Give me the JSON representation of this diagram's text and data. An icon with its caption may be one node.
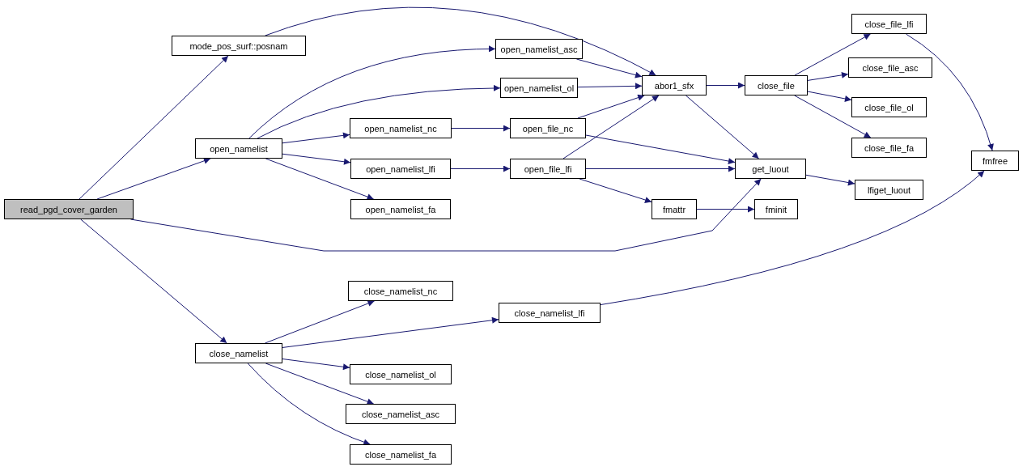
{
  "diagram": {
    "nodes": [
      {
        "text": [
          "read_pgd_cover_garden"
        ]
      },
      {
        "text": [
          "mode_pos_surf::posnam"
        ]
      },
      {
        "text": [
          "open_namelist"
        ]
      },
      {
        "text": [
          "close_namelist"
        ]
      },
      {
        "text": [
          "open_namelist_asc"
        ]
      },
      {
        "text": [
          "open_namelist_ol"
        ]
      },
      {
        "text": [
          "open_namelist_nc"
        ]
      },
      {
        "text": [
          "open_namelist_lfi"
        ]
      },
      {
        "text": [
          "open_namelist_fa"
        ]
      },
      {
        "text": [
          "abor1_sfx"
        ]
      },
      {
        "text": [
          "open_file_nc"
        ]
      },
      {
        "text": [
          "open_file_lfi"
        ]
      },
      {
        "text": [
          "close_file"
        ]
      },
      {
        "text": [
          "get_luout"
        ]
      },
      {
        "text": [
          "fmattr"
        ]
      },
      {
        "text": [
          "fminit"
        ]
      },
      {
        "text": [
          "close_file_lfi"
        ]
      },
      {
        "text": [
          "close_file_asc"
        ]
      },
      {
        "text": [
          "close_file_ol"
        ]
      },
      {
        "text": [
          "close_file_fa"
        ]
      },
      {
        "text": [
          "lfiget_luout"
        ]
      },
      {
        "text": [
          "fmfree"
        ]
      },
      {
        "text": [
          "close_namelist_nc"
        ]
      },
      {
        "text": [
          "close_namelist_lfi"
        ]
      },
      {
        "text": [
          "close_namelist_ol"
        ]
      },
      {
        "text": [
          "close_namelist_asc"
        ]
      },
      {
        "text": [
          "close_namelist_fa"
        ]
      }
    ],
    "edges": [
      {
        "from": 0,
        "to": 1,
        "arrow": "to"
      },
      {
        "from": 0,
        "to": 2,
        "arrow": "to"
      },
      {
        "from": 0,
        "to": 13,
        "arrow": "to"
      },
      {
        "from": 0,
        "to": 3,
        "arrow": "to"
      },
      {
        "from": 1,
        "to": 9,
        "arrow": "to"
      },
      {
        "from": 2,
        "to": 4,
        "arrow": "to"
      },
      {
        "from": 2,
        "to": 5,
        "arrow": "to"
      },
      {
        "from": 2,
        "to": 6,
        "arrow": "to"
      },
      {
        "from": 2,
        "to": 7,
        "arrow": "to"
      },
      {
        "from": 2,
        "to": 8,
        "arrow": "to"
      },
      {
        "from": 4,
        "to": 9,
        "arrow": "to"
      },
      {
        "from": 5,
        "to": 9,
        "arrow": "to"
      },
      {
        "from": 6,
        "to": 10,
        "arrow": "to"
      },
      {
        "from": 7,
        "to": 11,
        "arrow": "to"
      },
      {
        "from": 10,
        "to": 9,
        "arrow": "to"
      },
      {
        "from": 10,
        "to": 13,
        "arrow": "to"
      },
      {
        "from": 11,
        "to": 9,
        "arrow": "to"
      },
      {
        "from": 11,
        "to": 13,
        "arrow": "to"
      },
      {
        "from": 11,
        "to": 14,
        "arrow": "to"
      },
      {
        "from": 9,
        "to": 12,
        "arrow": "to"
      },
      {
        "from": 9,
        "to": 13,
        "arrow": "to"
      },
      {
        "from": 12,
        "to": 16,
        "arrow": "to"
      },
      {
        "from": 12,
        "to": 17,
        "arrow": "to"
      },
      {
        "from": 12,
        "to": 18,
        "arrow": "to"
      },
      {
        "from": 12,
        "to": 19,
        "arrow": "to"
      },
      {
        "from": 13,
        "to": 20,
        "arrow": "to"
      },
      {
        "from": 14,
        "to": 15,
        "arrow": "to"
      },
      {
        "from": 16,
        "to": 21,
        "arrow": "to"
      },
      {
        "from": 3,
        "to": 22,
        "arrow": "to"
      },
      {
        "from": 3,
        "to": 23,
        "arrow": "to"
      },
      {
        "from": 3,
        "to": 24,
        "arrow": "to"
      },
      {
        "from": 3,
        "to": 25,
        "arrow": "to"
      },
      {
        "from": 3,
        "to": 26,
        "arrow": "to"
      },
      {
        "from": 23,
        "to": 21,
        "arrow": "to"
      }
    ]
  }
}
